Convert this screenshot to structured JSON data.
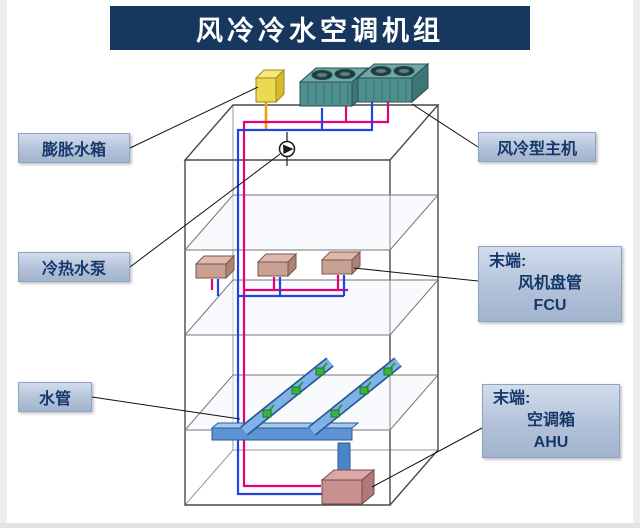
{
  "title": {
    "text": "风冷冷水空调机组"
  },
  "labels": {
    "expansion_tank": "膨胀水箱",
    "pump": "冷热水泵",
    "pipe": "水管",
    "chiller": "风冷型主机",
    "fcu": {
      "line1": "末端:",
      "line2": "风机盘管",
      "line3": "FCU"
    },
    "ahu": {
      "line1": "末端:",
      "line2": "空调箱",
      "line3": "AHU"
    }
  },
  "colors": {
    "banner_bg": "#17375E",
    "banner_text": "#FFFFFF",
    "label_bg": "#B3C2D9",
    "label_text": "#17386B",
    "pipe_hot_magenta": "#E6007E",
    "pipe_cold_blue": "#2244DD",
    "tank_pipe_orange": "#F0A000",
    "duct_blue": "#7FB2E5",
    "outlet_green": "#3CB043",
    "tank_yellow": "#EDD94F",
    "chiller_teal": "#4E8F8F",
    "fcu_tan": "#C9A193",
    "ahu_rose": "#C89090"
  }
}
